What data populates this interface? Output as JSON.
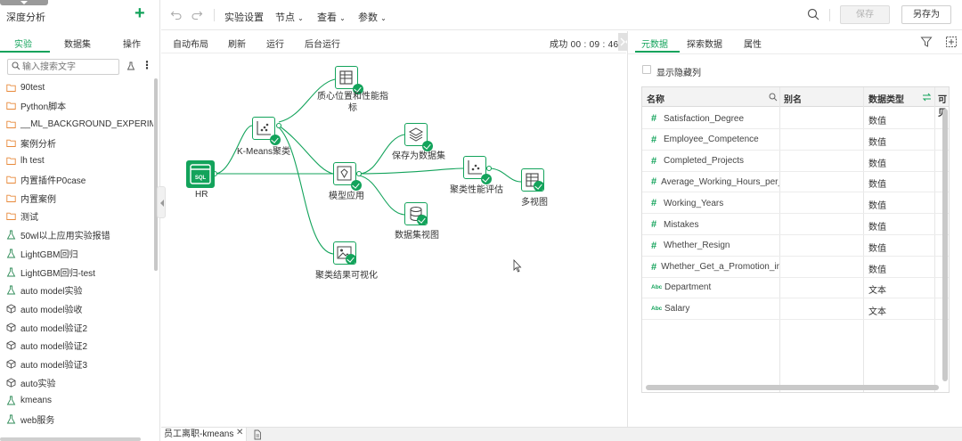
{
  "left_panel": {
    "title": "深度分析",
    "tabs": [
      "实验",
      "数据集",
      "操作"
    ],
    "search_placeholder": "输入搜索文字",
    "items": [
      {
        "label": "90test",
        "icon": "folder-icon"
      },
      {
        "label": "Python脚本",
        "icon": "folder-icon"
      },
      {
        "label": "__ML_BACKGROUND_EXPERIMENTS",
        "icon": "folder-icon"
      },
      {
        "label": "案例分析",
        "icon": "folder-icon"
      },
      {
        "label": "lh test",
        "icon": "folder-icon"
      },
      {
        "label": "内置插件P0case",
        "icon": "folder-icon"
      },
      {
        "label": "内置案例",
        "icon": "folder-icon"
      },
      {
        "label": "测试",
        "icon": "folder-icon"
      },
      {
        "label": "50wl以上应用实验报错",
        "icon": "flask-icon"
      },
      {
        "label": "LightGBM回归",
        "icon": "flask-icon"
      },
      {
        "label": "LightGBM回归-test",
        "icon": "flask-icon"
      },
      {
        "label": "auto model实验",
        "icon": "flask-icon"
      },
      {
        "label": "auto model验收",
        "icon": "cube-icon"
      },
      {
        "label": "auto model验证2",
        "icon": "cube-icon"
      },
      {
        "label": "auto model验证2",
        "icon": "cube-icon"
      },
      {
        "label": "auto model验证3",
        "icon": "cube-icon"
      },
      {
        "label": "auto实验",
        "icon": "cube-icon"
      },
      {
        "label": "kmeans",
        "icon": "flask-icon"
      },
      {
        "label": "web服务",
        "icon": "flask-icon"
      }
    ]
  },
  "toolbar": {
    "experiment_settings": "实验设置",
    "node": "节点",
    "view": "查看",
    "params": "参数",
    "save": "保存",
    "save_as": "另存为"
  },
  "subbar": {
    "auto_layout": "自动布局",
    "refresh": "刷新",
    "run": "运行",
    "bg_run": "后台运行",
    "status": "成功 00 : 09 : 46"
  },
  "canvas": {
    "nodes": {
      "hr": "HR",
      "kmeans": "K-Means聚类",
      "centroid": "质心位置和性能指标",
      "model_apply": "模型应用",
      "save_dataset": "保存为数据集",
      "cluster_eval": "聚类性能评估",
      "multi_view": "多视图",
      "dataset_view": "数据集视图",
      "cluster_vis": "聚类结果可视化"
    }
  },
  "bottom": {
    "tab_label": "员工离职-kmeans"
  },
  "right_panel": {
    "tabs": [
      "元数据",
      "探索数据",
      "属性"
    ],
    "show_hidden": "显示隐藏列",
    "headers": {
      "name": "名称",
      "alias": "别名",
      "type": "数据类型",
      "visible": "可见"
    },
    "rows": [
      {
        "name": "Satisfaction_Degree",
        "type": "数值",
        "kind": "num"
      },
      {
        "name": "Employee_Competence",
        "type": "数值",
        "kind": "num"
      },
      {
        "name": "Completed_Projects",
        "type": "数值",
        "kind": "num"
      },
      {
        "name": "Average_Working_Hours_per_M",
        "type": "数值",
        "kind": "num"
      },
      {
        "name": "Working_Years",
        "type": "数值",
        "kind": "num"
      },
      {
        "name": "Mistakes",
        "type": "数值",
        "kind": "num"
      },
      {
        "name": "Whether_Resign",
        "type": "数值",
        "kind": "num"
      },
      {
        "name": "Whether_Get_a_Promotion_in_l",
        "type": "数值",
        "kind": "num"
      },
      {
        "name": "Department",
        "type": "文本",
        "kind": "abc"
      },
      {
        "name": "Salary",
        "type": "文本",
        "kind": "abc"
      }
    ],
    "num_icon": "#",
    "abc_icon": "Abc"
  }
}
